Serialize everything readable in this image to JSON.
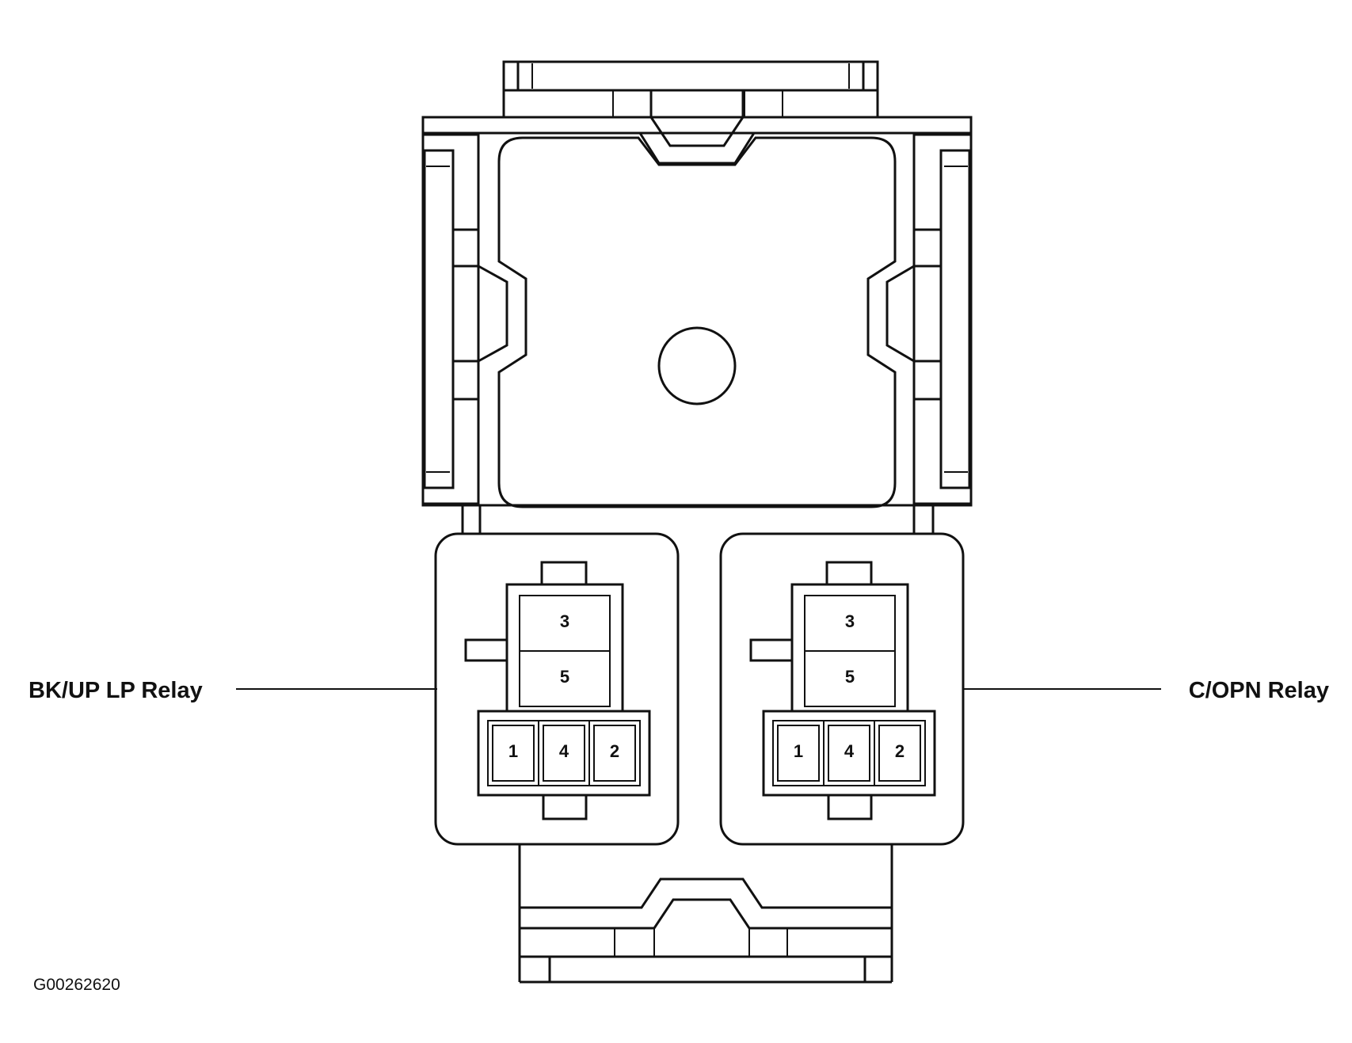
{
  "diagram": {
    "figure_code": "G00262620",
    "relays": [
      {
        "label": "BK/UP LP Relay",
        "pins_top": [
          "3",
          "5"
        ],
        "pins_bottom": [
          "1",
          "4",
          "2"
        ]
      },
      {
        "label": "C/OPN Relay",
        "pins_top": [
          "3",
          "5"
        ],
        "pins_bottom": [
          "1",
          "4",
          "2"
        ]
      }
    ],
    "colors": {
      "line": "#111111",
      "background": "#ffffff"
    }
  }
}
